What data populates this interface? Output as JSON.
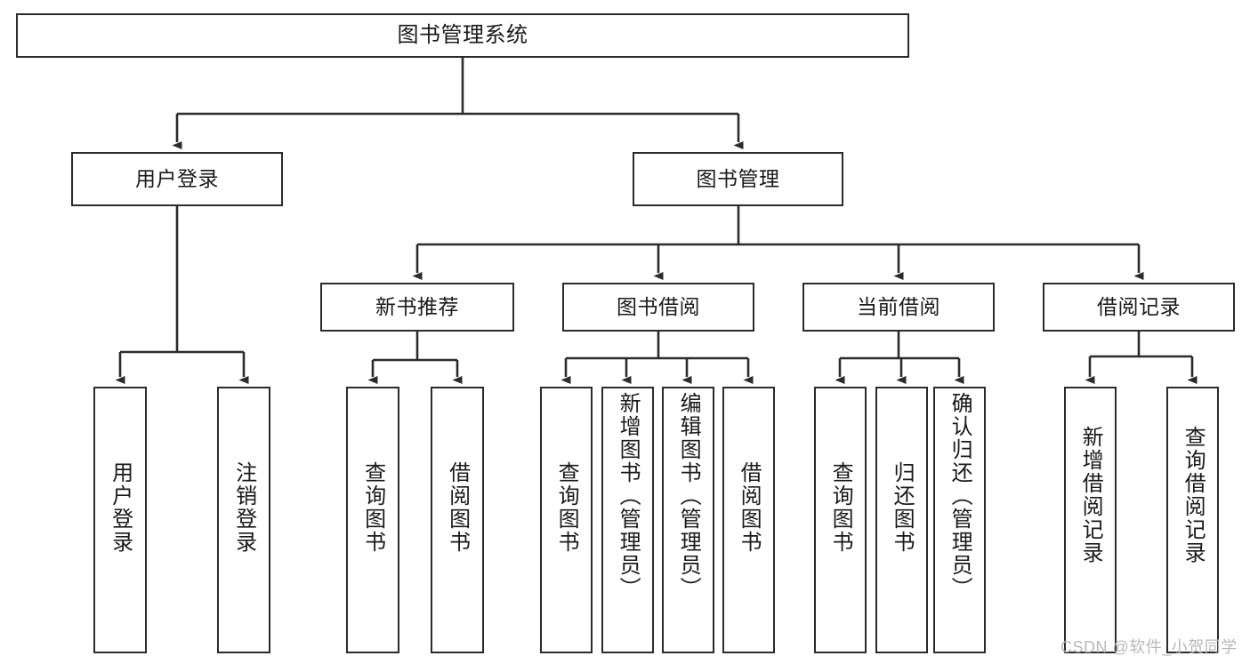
{
  "diagram": {
    "title": "图书管理系统",
    "type": "tree-hierarchy",
    "colors": {
      "background": "#ffffff",
      "box_border": "#2b2b2b",
      "box_fill": "#ffffff",
      "edge": "#2b2b2b",
      "watermark": "#b9b9b9"
    },
    "root": {
      "label": "图书管理系统"
    },
    "level1": [
      {
        "label": "用户登录"
      },
      {
        "label": "图书管理"
      }
    ],
    "level2": [
      {
        "label": "新书推荐"
      },
      {
        "label": "图书借阅"
      },
      {
        "label": "当前借阅"
      },
      {
        "label": "借阅记录"
      }
    ],
    "leaves": {
      "user_login": [
        {
          "label": "用户登录"
        },
        {
          "label": "注销登录"
        }
      ],
      "new_book_recommend": [
        {
          "label": "查询图书"
        },
        {
          "label": "借阅图书"
        }
      ],
      "book_borrow": [
        {
          "label": "查询图书"
        },
        {
          "label": "新增图书（管理员）"
        },
        {
          "label": "编辑图书（管理员）"
        },
        {
          "label": "借阅图书"
        }
      ],
      "current_borrow": [
        {
          "label": "查询图书"
        },
        {
          "label": "归还图书"
        },
        {
          "label": "确认归还（管理员）"
        }
      ],
      "borrow_record": [
        {
          "label": "新增借阅记录"
        },
        {
          "label": "查询借阅记录"
        }
      ]
    }
  },
  "watermark": {
    "text": "CSDN @软件_小贺同学"
  }
}
